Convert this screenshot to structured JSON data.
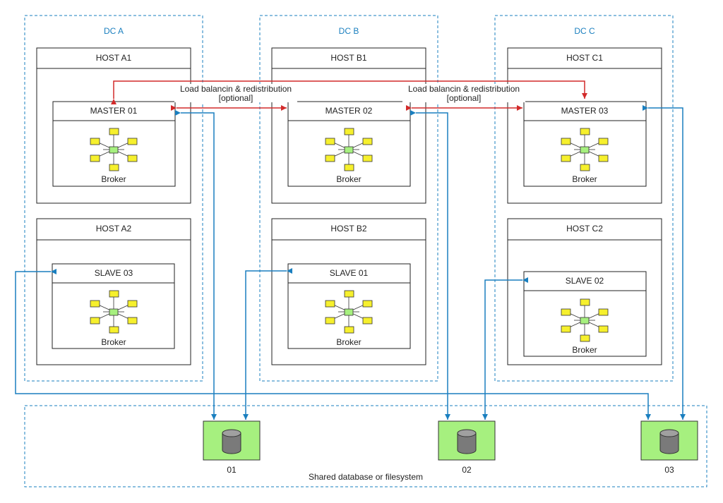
{
  "colors": {
    "dc_border": "#1a7fbf",
    "blue_link": "#1a7fbf",
    "red_link": "#d22a2a",
    "broker_node_fill": "#f6f02d",
    "broker_center_fill": "#a6f07f",
    "storage_fill": "#a6f07f",
    "cylinder_fill": "#7a7a7a"
  },
  "datacenters": {
    "a": {
      "label": "DC A"
    },
    "b": {
      "label": "DC B"
    },
    "c": {
      "label": "DC C"
    }
  },
  "hosts": {
    "a1": {
      "label": "HOST A1"
    },
    "a2": {
      "label": "HOST A2"
    },
    "b1": {
      "label": "HOST B1"
    },
    "b2": {
      "label": "HOST B2"
    },
    "c1": {
      "label": "HOST C1"
    },
    "c2": {
      "label": "HOST C2"
    }
  },
  "brokers": {
    "m1": {
      "title": "MASTER 01",
      "caption": "Broker"
    },
    "m2": {
      "title": "MASTER 02",
      "caption": "Broker"
    },
    "m3": {
      "title": "MASTER 03",
      "caption": "Broker"
    },
    "s3": {
      "title": "SLAVE 03",
      "caption": "Broker"
    },
    "s1": {
      "title": "SLAVE 01",
      "caption": "Broker"
    },
    "s2": {
      "title": "SLAVE 02",
      "caption": "Broker"
    }
  },
  "annotations": {
    "lb_left_line1": "Load balancin & redistribution",
    "lb_left_line2": "[optional]",
    "lb_right_line1": "Load balancin & redistribution",
    "lb_right_line2": "[optional]"
  },
  "storage": {
    "group_label": "Shared database or filesystem",
    "s01": "01",
    "s02": "02",
    "s03": "03"
  }
}
